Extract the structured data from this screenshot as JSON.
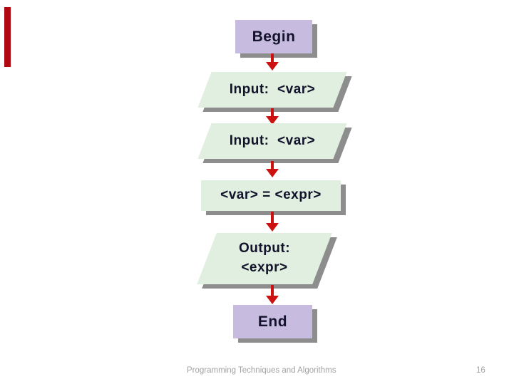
{
  "theme": {
    "bg": "#ffffff",
    "terminator-fill": "#c7bcdf",
    "io-fill": "#e0efe0",
    "shadow": "#8d8d8d",
    "arrow": "#cc1111",
    "ink": "#12122a",
    "footer-ink": "#a2a2a2",
    "accent": "#b00710"
  },
  "flowchart": {
    "nodes": {
      "begin": {
        "type": "terminator",
        "label": "Begin"
      },
      "input1": {
        "type": "io",
        "label": "Input:  <var>"
      },
      "input2": {
        "type": "io",
        "label": "Input:  <var>"
      },
      "assign": {
        "type": "process",
        "label": "<var> = <expr>"
      },
      "output": {
        "type": "io",
        "line1": "Output:",
        "line2": "<expr>"
      },
      "end": {
        "type": "terminator",
        "label": "End"
      }
    }
  },
  "footer": {
    "title": "Programming Techniques and Algorithms",
    "page_number": "16"
  }
}
